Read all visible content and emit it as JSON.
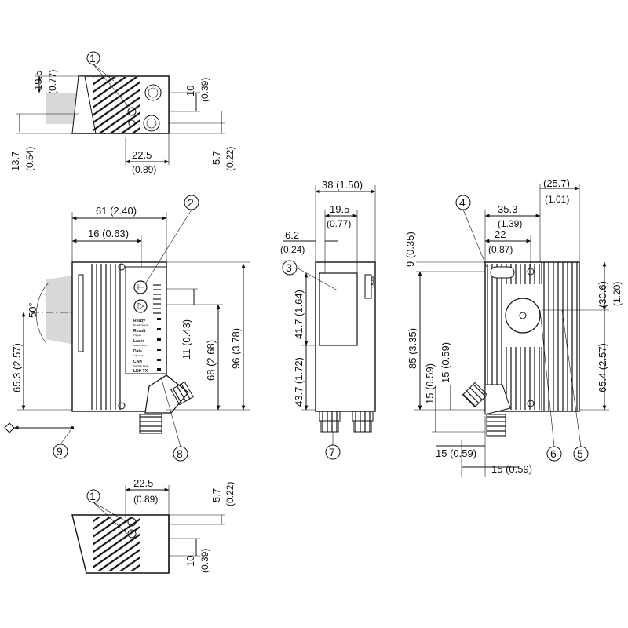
{
  "callouts": [
    "1",
    "2",
    "3",
    "4",
    "5",
    "6",
    "7",
    "8",
    "9"
  ],
  "top_view": {
    "d19_5": "19.5",
    "d0_77": "(0.77)",
    "d10": "10",
    "d0_39": "(0.39)",
    "d13_7": "13.7",
    "d0_54": "(0.54)",
    "d22_5": "22.5",
    "d0_89": "(0.89)",
    "d5_7": "5.7",
    "d0_22": "(0.22)"
  },
  "side_view": {
    "d61": "61 (2.40)",
    "d16": "16 (0.63)",
    "d96": "96 (3.78)",
    "d68": "68 (2.68)",
    "d11": "11 (0.43)",
    "d65_3": "65.3 (2.57)",
    "angle": "50°",
    "leds": [
      {
        "label": "Ready",
        "sub": "Result Output"
      },
      {
        "label": "Result",
        "sub": "Trigger"
      },
      {
        "label": "Laser",
        "sub": "Radio Setup"
      },
      {
        "label": "Data",
        "sub": "Adjusting"
      },
      {
        "label": "CAN",
        "sub": "Standby Mode"
      },
      {
        "label": "LNK TX",
        "sub": ""
      }
    ]
  },
  "front_view": {
    "d38": "38 (1.50)",
    "d19_5": "19.5",
    "d0_77": "(0.77)",
    "d6_2": "6.2",
    "d0_24": "(0.24)",
    "d41_7": "41.7 (1.64)",
    "d43_7": "43.7 (1.72)",
    "brand": "SICK"
  },
  "rear_view": {
    "d25_7": "(25.7)",
    "d1_01": "(1.01)",
    "d35_3": "35.3",
    "d1_39": "(1.39)",
    "d22": "22",
    "d0_87": "(0.87)",
    "d9": "9 (0.35)",
    "d85": "85 (3.35)",
    "d15a": "15 (0.59)",
    "d15b": "15 (0.59)",
    "d15c": "15 (0.59)",
    "d15d": "15 (0.59)",
    "d30_6": "(30.6)",
    "d1_20": "(1.20)",
    "d65_4": "65.4 (2.57)"
  },
  "bottom_view": {
    "d22_5": "22.5",
    "d0_89": "(0.89)",
    "d5_7": "5.7",
    "d0_22": "(0.22)",
    "d10": "10",
    "d0_39": "(0.39)"
  }
}
